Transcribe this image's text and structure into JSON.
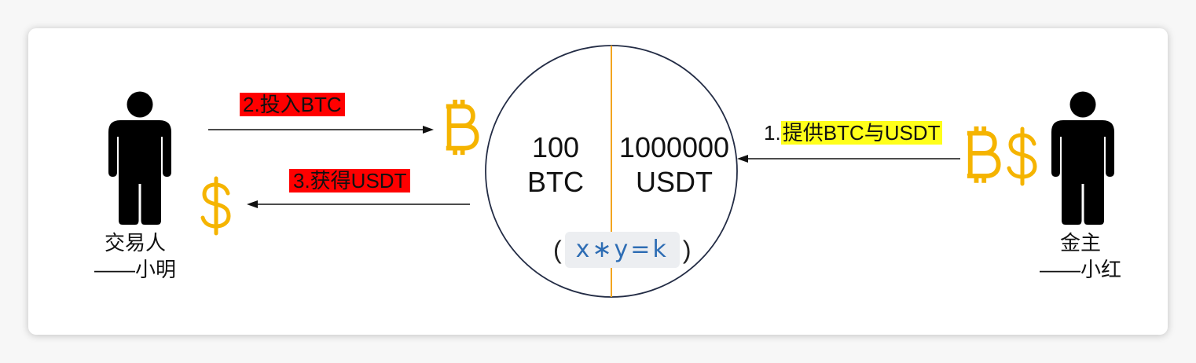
{
  "diagram": {
    "trader": {
      "role": "交易人",
      "name": "——小明",
      "icon": "person-icon"
    },
    "provider": {
      "role": "金主",
      "name": "——小红",
      "icon": "person-icon"
    },
    "steps": {
      "step1": {
        "prefix": "1.",
        "text": "提供BTC与USDT"
      },
      "step2": {
        "text": "2.投入BTC"
      },
      "step3": {
        "text": "3.获得USDT"
      }
    },
    "pool": {
      "btc": {
        "amount": "100",
        "unit": "BTC"
      },
      "usdt": {
        "amount": "1000000",
        "unit": "USDT"
      },
      "formula": {
        "open": "(",
        "expr": "x∗y=k",
        "close": ")"
      }
    },
    "symbols": {
      "btc": "bitcoin-icon",
      "usd": "dollar-icon"
    }
  },
  "colors": {
    "hl-red": "#FF0000",
    "hl-yellow": "#FFFF1A",
    "gold": "#F5B400",
    "divider": "#F2A51F",
    "ring": "#232C45",
    "formula-text": "#2E6DB4",
    "formula-bg": "#ECEEF1"
  }
}
